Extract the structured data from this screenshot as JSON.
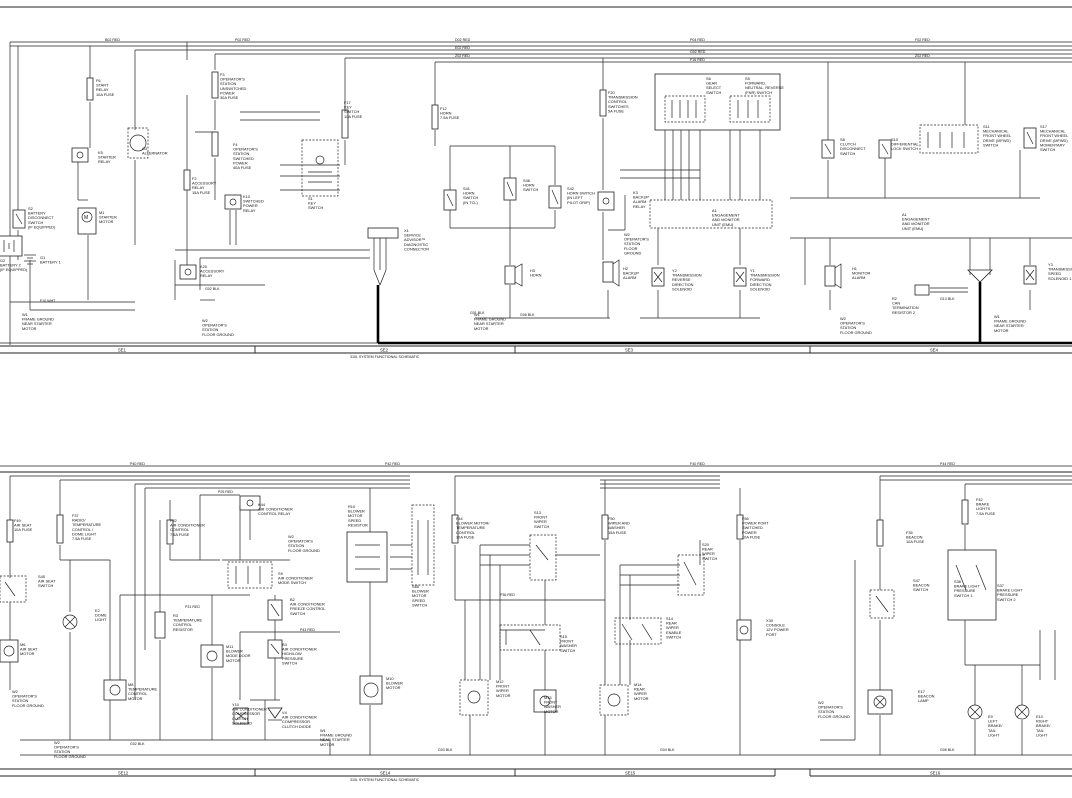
{
  "diagram": {
    "title_top": "310L SYSTEM FUNCTIONAL SCHEMATIC",
    "title_bottom": "310L SYSTEM FUNCTIONAL SCHEMATIC",
    "colors": {
      "wire": "#222222",
      "bus": "#000000",
      "background": "#ffffff"
    },
    "top_sections": [
      "SE1",
      "SE2",
      "SE3",
      "SE4"
    ],
    "bottom_sections": [
      "SE12",
      "SE14",
      "SE15",
      "SE16"
    ],
    "wire_labels_top": [
      "B02 RED",
      "P02 RED",
      "D02 RED",
      "P04 RED",
      "F02 RED",
      "E02 RED",
      "G02 RED",
      "Z02 RED",
      "Z02 RED",
      "F16 RED",
      "G01 BLK",
      "G02 BLK",
      "G06 BLK",
      "G13 BLK",
      "F10 WHT"
    ],
    "wire_labels_bottom": [
      "P40 RED",
      "P42 RED",
      "F40 RED",
      "P44 RED",
      "G02 BLK",
      "G03 BLK",
      "G04 BLK",
      "G06 BLK",
      "P31 RED",
      "P43 RED",
      "P36 RED",
      "P25 RED"
    ],
    "components_top": [
      {
        "id": "G2",
        "lines": [
          "G2",
          "BATTERY 2",
          "(IF EQUIPPED)"
        ]
      },
      {
        "id": "S2",
        "lines": [
          "S2",
          "BATTERY",
          "DISCONNECT",
          "SWITCH",
          "(IF EQUIPPED)"
        ]
      },
      {
        "id": "G1",
        "lines": [
          "G1",
          "BATTERY 1"
        ]
      },
      {
        "id": "W1a",
        "lines": [
          "W1",
          "FRAME GROUND",
          "NEAR STARTER",
          "MOTOR"
        ]
      },
      {
        "id": "F6",
        "lines": [
          "F6",
          "START",
          "RELAY",
          "10A FUSE"
        ]
      },
      {
        "id": "K5",
        "lines": [
          "K5",
          "STARTER",
          "RELAY"
        ]
      },
      {
        "id": "M1",
        "lines": [
          "M1",
          "STARTER",
          "MOTOR"
        ]
      },
      {
        "id": "G3",
        "lines": [
          "G3",
          "ALTERNATOR"
        ]
      },
      {
        "id": "F3",
        "lines": [
          "F3",
          "OPERATOR'S",
          "STATION",
          "UNSWITCHED",
          "POWER",
          "30A FUSE"
        ]
      },
      {
        "id": "F4",
        "lines": [
          "F4",
          "OPERATOR'S",
          "STATION",
          "SWITCHED",
          "POWER",
          "40A FUSE"
        ]
      },
      {
        "id": "F2",
        "lines": [
          "F2",
          "ACCESSORY",
          "RELAY",
          "15A FUSE"
        ]
      },
      {
        "id": "K10",
        "lines": [
          "K10",
          "SWITCHED",
          "POWER",
          "RELAY"
        ]
      },
      {
        "id": "K20",
        "lines": [
          "K20",
          "ACCESSORY",
          "RELAY"
        ]
      },
      {
        "id": "W2a",
        "lines": [
          "W2",
          "OPERATOR'S",
          "STATION",
          "FLOOR GROUND"
        ]
      },
      {
        "id": "F17",
        "lines": [
          "F17",
          "KEY",
          "SWITCH",
          "10A FUSE"
        ]
      },
      {
        "id": "S1",
        "lines": [
          "S1",
          "KEY",
          "SWITCH"
        ]
      },
      {
        "id": "X1",
        "lines": [
          "X1",
          "SERVICE",
          "ADVISOR™",
          "DIAGNOSTIC",
          "CONNECTOR"
        ]
      },
      {
        "id": "F12",
        "lines": [
          "F12",
          "HORN",
          "7.5A FUSE"
        ]
      },
      {
        "id": "S41",
        "lines": [
          "S41",
          "HORN",
          "SWITCH",
          "(IN TCL)"
        ]
      },
      {
        "id": "S46",
        "lines": [
          "S46",
          "HORN",
          "SWITCH"
        ]
      },
      {
        "id": "S42",
        "lines": [
          "S42",
          "HORN SWITCH",
          "(IN LEFT",
          "PILOT GRIP)"
        ]
      },
      {
        "id": "H3",
        "lines": [
          "H3",
          "HORN"
        ]
      },
      {
        "id": "W1b",
        "lines": [
          "W1",
          "FRAME GROUND",
          "NEAR STARTER",
          "MOTOR"
        ]
      },
      {
        "id": "F20",
        "lines": [
          "F20",
          "TRANSMISSION",
          "CONTROL",
          "SWITCHES",
          "5A FUSE"
        ]
      },
      {
        "id": "K3",
        "lines": [
          "K3",
          "BACKUP",
          "ALARM",
          "RELAY"
        ]
      },
      {
        "id": "W2b",
        "lines": [
          "W2",
          "OPERATOR'S",
          "STATION",
          "FLOOR",
          "GROUND"
        ]
      },
      {
        "id": "H2",
        "lines": [
          "H2",
          "BACKUP",
          "ALARM"
        ]
      },
      {
        "id": "S6",
        "lines": [
          "S6",
          "GEAR",
          "SELECT",
          "SWITCH"
        ]
      },
      {
        "id": "S5",
        "lines": [
          "S5",
          "FORWARD,",
          "NEUTRAL, REVERSE",
          "(FNR) SWITCH"
        ]
      },
      {
        "id": "Y2",
        "lines": [
          "Y2",
          "TRANSMISSION",
          "REVERSE",
          "DIRECTION",
          "SOLENOID"
        ]
      },
      {
        "id": "Y1",
        "lines": [
          "Y1",
          "TRANSMISSION",
          "FORWARD",
          "DIRECTION",
          "SOLENOID"
        ]
      },
      {
        "id": "A1a",
        "lines": [
          "A1",
          "ENGAGEMENT",
          "AND MONITOR",
          "UNIT (EMU)"
        ]
      },
      {
        "id": "A1b",
        "lines": [
          "A1",
          "ENGAGEMENT",
          "AND MONITOR",
          "UNIT (EMU)"
        ]
      },
      {
        "id": "S8",
        "lines": [
          "S8",
          "CLUTCH",
          "DISCONNECT",
          "SWITCH"
        ]
      },
      {
        "id": "S10",
        "lines": [
          "S10",
          "DIFFERENTIAL",
          "LOCK SWITCH"
        ]
      },
      {
        "id": "S11",
        "lines": [
          "S11",
          "MECHANICAL",
          "FRONT WHEEL",
          "DRIVE (MFWD)",
          "SWITCH"
        ]
      },
      {
        "id": "S17",
        "lines": [
          "S17",
          "MECHANICAL",
          "FRONT WHEEL",
          "DRIVE (MFWD)",
          "MOMENTARY",
          "SWITCH"
        ]
      },
      {
        "id": "H1",
        "lines": [
          "H1",
          "MONITOR",
          "ALARM"
        ]
      },
      {
        "id": "W2c",
        "lines": [
          "W2",
          "OPERATOR'S",
          "STATION",
          "FLOOR GROUND"
        ]
      },
      {
        "id": "R2",
        "lines": [
          "R2",
          "CAN",
          "TERMINATION",
          "RESISTOR 2"
        ]
      },
      {
        "id": "W1c",
        "lines": [
          "W1",
          "FRAME GROUND",
          "NEAR STARTER",
          "MOTOR"
        ]
      },
      {
        "id": "Y3",
        "lines": [
          "Y3",
          "TRANSMISSION",
          "SPEED",
          "SOLENOID 1"
        ]
      }
    ],
    "components_bottom": [
      {
        "id": "F49",
        "lines": [
          "F49",
          "AIR SEAT",
          "10A FUSE"
        ]
      },
      {
        "id": "S45",
        "lines": [
          "S45",
          "AIR SEAT",
          "SWITCH"
        ]
      },
      {
        "id": "M6",
        "lines": [
          "M6",
          "AIR SEAT",
          "MOTOR"
        ]
      },
      {
        "id": "W2d",
        "lines": [
          "W2",
          "OPERATOR'S",
          "STATION",
          "FLOOR GROUND"
        ]
      },
      {
        "id": "W2e",
        "lines": [
          "W2",
          "OPERATOR'S",
          "STATION",
          "FLOOR GROUND"
        ]
      },
      {
        "id": "F37",
        "lines": [
          "F37",
          "RADIO/",
          "TEMPERATURE",
          "CONTROL /",
          "DOME LIGHT",
          "7.5A FUSE"
        ]
      },
      {
        "id": "E2",
        "lines": [
          "E2",
          "DOME",
          "LIGHT"
        ]
      },
      {
        "id": "R3",
        "lines": [
          "R3",
          "TEMPERATURE",
          "CONTROL",
          "RESISTOR"
        ]
      },
      {
        "id": "M8",
        "lines": [
          "M8",
          "TEMPERATURE",
          "CONTROL",
          "MOTOR"
        ]
      },
      {
        "id": "F52",
        "lines": [
          "F52",
          "AIR CONDITIONER",
          "CONTROL",
          "7.5A FUSE"
        ]
      },
      {
        "id": "K44",
        "lines": [
          "K44",
          "AIR CONDITIONER",
          "CONTROL RELAY"
        ]
      },
      {
        "id": "W2f",
        "lines": [
          "W2",
          "OPERATOR'S",
          "STATION",
          "FLOOR GROUND"
        ]
      },
      {
        "id": "S9",
        "lines": [
          "S9",
          "AIR CONDITIONER",
          "MODE SWITCH"
        ]
      },
      {
        "id": "B2",
        "lines": [
          "B2",
          "AIR CONDITIONER",
          "FREEZE CONTROL",
          "SWITCH"
        ]
      },
      {
        "id": "B3",
        "lines": [
          "B3",
          "AIR CONDITIONER",
          "HIGH/LOW",
          "PRESSURE",
          "SWITCH"
        ]
      },
      {
        "id": "M11",
        "lines": [
          "M11",
          "BLOWER",
          "MODE DOOR",
          "MOTOR"
        ]
      },
      {
        "id": "Y10",
        "lines": [
          "Y10",
          "AIR CONDITIONER",
          "COMPRESSOR",
          "CLUTCH",
          "SOLENOID"
        ]
      },
      {
        "id": "V4",
        "lines": [
          "V4",
          "AIR CONDITIONER",
          "COMPRESSOR",
          "CLUTCH DIODE"
        ]
      },
      {
        "id": "W1d",
        "lines": [
          "W1",
          "FRAME GROUND",
          "NEAR STARTER",
          "MOTOR"
        ]
      },
      {
        "id": "R10",
        "lines": [
          "R10",
          "BLOWER",
          "MOTOR",
          "SPEED",
          "RESISTOR"
        ]
      },
      {
        "id": "S65",
        "lines": [
          "S65",
          "BLOWER",
          "MOTOR",
          "SPEED",
          "SWITCH"
        ]
      },
      {
        "id": "M10",
        "lines": [
          "M10",
          "BLOWER",
          "MOTOR"
        ]
      },
      {
        "id": "F44",
        "lines": [
          "F44",
          "BLOWER MOTOR/",
          "TEMPERATURE",
          "CONTROL",
          "30A FUSE"
        ]
      },
      {
        "id": "S13",
        "lines": [
          "S13",
          "FRONT",
          "WIPER",
          "SWITCH"
        ]
      },
      {
        "id": "S15",
        "lines": [
          "S15",
          "FRONT",
          "WASHER",
          "SWITCH"
        ]
      },
      {
        "id": "M12",
        "lines": [
          "M12",
          "FRONT",
          "WIPER",
          "MOTOR"
        ]
      },
      {
        "id": "M13",
        "lines": [
          "M13",
          "FRONT",
          "WASHER",
          "MOTOR"
        ]
      },
      {
        "id": "F50",
        "lines": [
          "F50",
          "WIPER AND",
          "WASHER",
          "15A FUSE"
        ]
      },
      {
        "id": "S20",
        "lines": [
          "S20",
          "REAR",
          "WIPER",
          "SWITCH"
        ]
      },
      {
        "id": "S14",
        "lines": [
          "S14",
          "REAR",
          "WIPER",
          "ENABLE",
          "SWITCH"
        ]
      },
      {
        "id": "M14",
        "lines": [
          "M14",
          "REAR",
          "WIPER",
          "MOTOR"
        ]
      },
      {
        "id": "F56",
        "lines": [
          "F56",
          "POWER PORT",
          "SWITCHED",
          "POWER",
          "10A FUSE"
        ]
      },
      {
        "id": "X30",
        "lines": [
          "X30",
          "CONSOLE",
          "12V POWER",
          "PORT"
        ]
      },
      {
        "id": "W2g",
        "lines": [
          "W2",
          "OPERATOR'S",
          "STATION",
          "FLOOR GROUND"
        ]
      },
      {
        "id": "F35",
        "lines": [
          "F35",
          "BEACON",
          "10A FUSE"
        ]
      },
      {
        "id": "S47",
        "lines": [
          "S47",
          "BEACON",
          "SWITCH"
        ]
      },
      {
        "id": "E17",
        "lines": [
          "E17",
          "BEACON",
          "LAMP"
        ]
      },
      {
        "id": "F42",
        "lines": [
          "F42",
          "BRAKE",
          "LIGHTS",
          "7.5A FUSE"
        ]
      },
      {
        "id": "S36",
        "lines": [
          "S36",
          "BRAKE LIGHT",
          "PRESSURE",
          "SWITCH 1"
        ]
      },
      {
        "id": "S37",
        "lines": [
          "S37",
          "BRAKE LIGHT",
          "PRESSURE",
          "SWITCH 2"
        ]
      },
      {
        "id": "E9",
        "lines": [
          "E9",
          "LEFT",
          "BRAKE/",
          "TAIL",
          "LIGHT"
        ]
      },
      {
        "id": "E10",
        "lines": [
          "E10",
          "RIGHT",
          "BRAKE/",
          "TAIL",
          "LIGHT"
        ]
      }
    ]
  }
}
